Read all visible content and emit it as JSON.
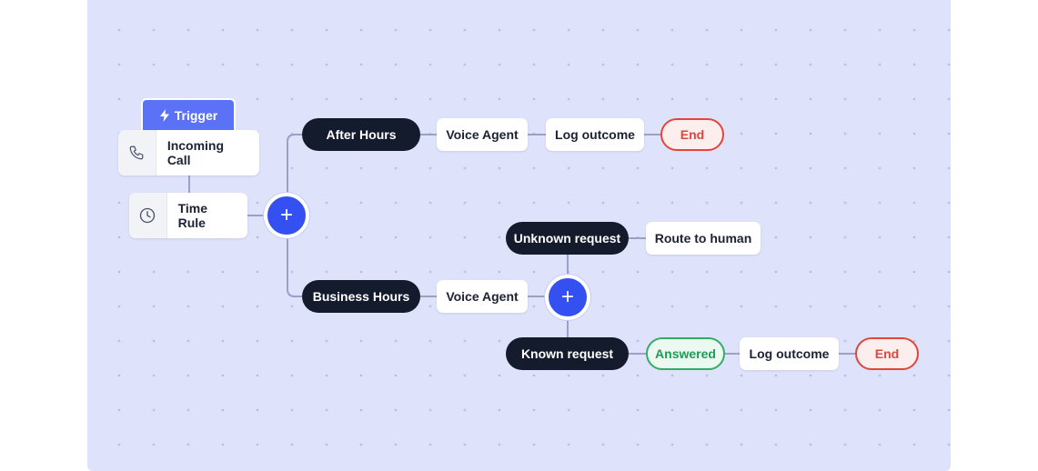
{
  "colors": {
    "canvas": "#dfe2fb",
    "dark_node": "#141b2d",
    "accent_blue": "#3550f0",
    "end_red": "#e2463a",
    "answered_green": "#2eae66",
    "edge": "#9aa1c4"
  },
  "trigger": {
    "tab_label": "Trigger",
    "tab_icon": "bolt-icon",
    "node_label": "Incoming Call",
    "node_icon": "phone-icon"
  },
  "time_rule": {
    "label": "Time Rule",
    "icon": "clock-icon"
  },
  "branch_after_hours": {
    "label": "After Hours",
    "steps": [
      "Voice Agent",
      "Log outcome"
    ],
    "end_label": "End"
  },
  "branch_business_hours": {
    "label": "Business Hours",
    "step": "Voice Agent",
    "unknown": {
      "label": "Unknown request",
      "step": "Route to human"
    },
    "known": {
      "label": "Known request",
      "status": "Answered",
      "step": "Log outcome",
      "end_label": "End"
    }
  },
  "plus_symbol": "+"
}
